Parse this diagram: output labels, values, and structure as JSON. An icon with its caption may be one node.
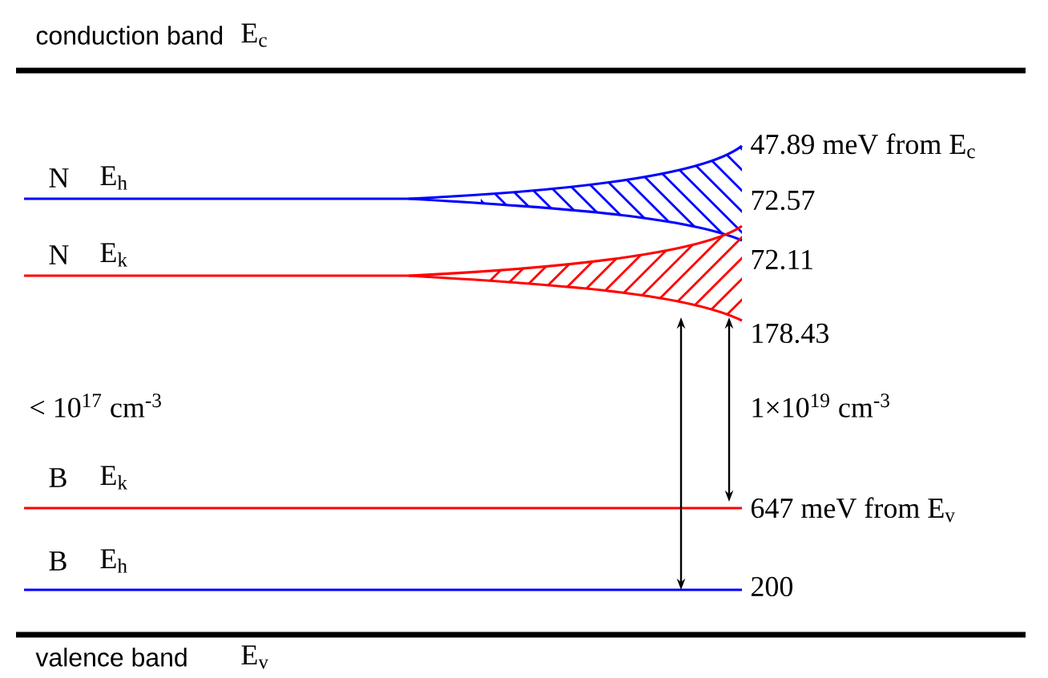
{
  "diagram": {
    "labels": [
      "conduction band",
      "E$_{c}$",
      "N",
      "E$_{h}$",
      "47.89 meV from E$_{c}$",
      "72.57",
      "N",
      "E$_{k}$",
      "72.11",
      "178.43",
      "< 10$^{17}$ cm$^{-3}$",
      "1×10$^{19}$ cm$^{-3}$",
      "B",
      "E$_{k}$",
      "647 meV from E$_{v}$",
      "B",
      "E$_{h}$",
      "200",
      "valence band",
      "E$_{v}$"
    ]
  }
}
